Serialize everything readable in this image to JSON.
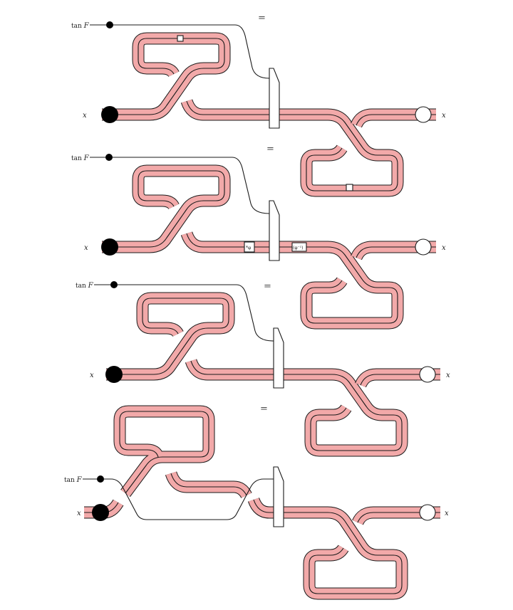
{
  "labels": {
    "tan_prefix": "tan",
    "tan_var": "F",
    "x": "x",
    "equals": "=",
    "phi_box": "*φ",
    "phi_inv_box": "(φ⁻¹)"
  },
  "colors": {
    "wire_fill": "#f2a9a9",
    "wire_edge": "#1a1a1a",
    "node_black": "#000000",
    "node_white": "#ffffff"
  },
  "panels": [
    {
      "id": "panel-1",
      "variant": "square-top"
    },
    {
      "id": "panel-2",
      "variant": "square-bottom"
    },
    {
      "id": "panel-3",
      "variant": "plain"
    },
    {
      "id": "panel-4",
      "variant": "thin-bypass"
    }
  ]
}
